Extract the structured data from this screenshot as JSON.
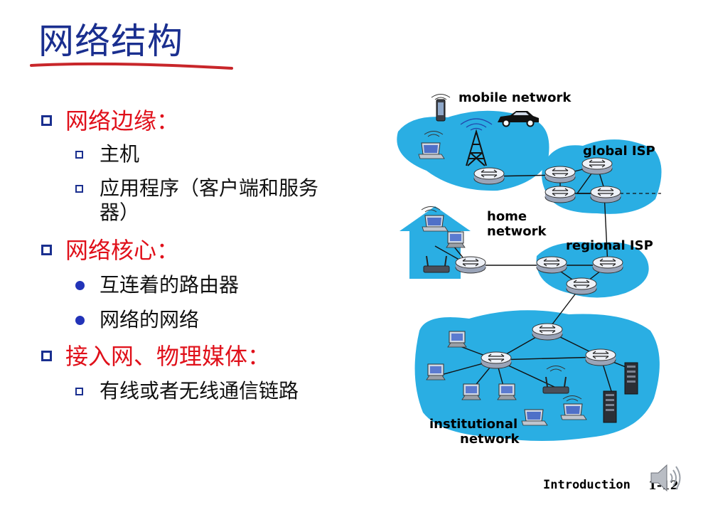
{
  "slide": {
    "title": "网络结构",
    "colors": {
      "title": "#1a2f8f",
      "accent_red": "#e0101a",
      "network_fill": "#2aaee3",
      "underline": "#c8262a"
    }
  },
  "bullets": {
    "edge": {
      "label": "网络边缘：",
      "items": [
        "主机",
        "应用程序（客户端和服务",
        "器）"
      ]
    },
    "core": {
      "label": "网络核心：",
      "items": [
        "互连着的路由器",
        "网络的网络"
      ]
    },
    "access": {
      "label": "接入网、物理媒体：",
      "items": [
        "有线或者无线通信链路"
      ]
    }
  },
  "diagram": {
    "labels": {
      "mobile": "mobile network",
      "global": "global ISP",
      "home_1": "home",
      "home_2": "network",
      "regional": "regional ISP",
      "inst_1": "institutional",
      "inst_2": "network"
    },
    "icons": [
      "cell-tower-icon",
      "router-icon",
      "laptop-icon",
      "desktop-icon",
      "server-icon",
      "phone-icon",
      "car-icon",
      "wifi-ap-icon"
    ]
  },
  "footer": {
    "section": "Introduction",
    "page": "1-12",
    "audio_icon": "speaker-icon"
  }
}
